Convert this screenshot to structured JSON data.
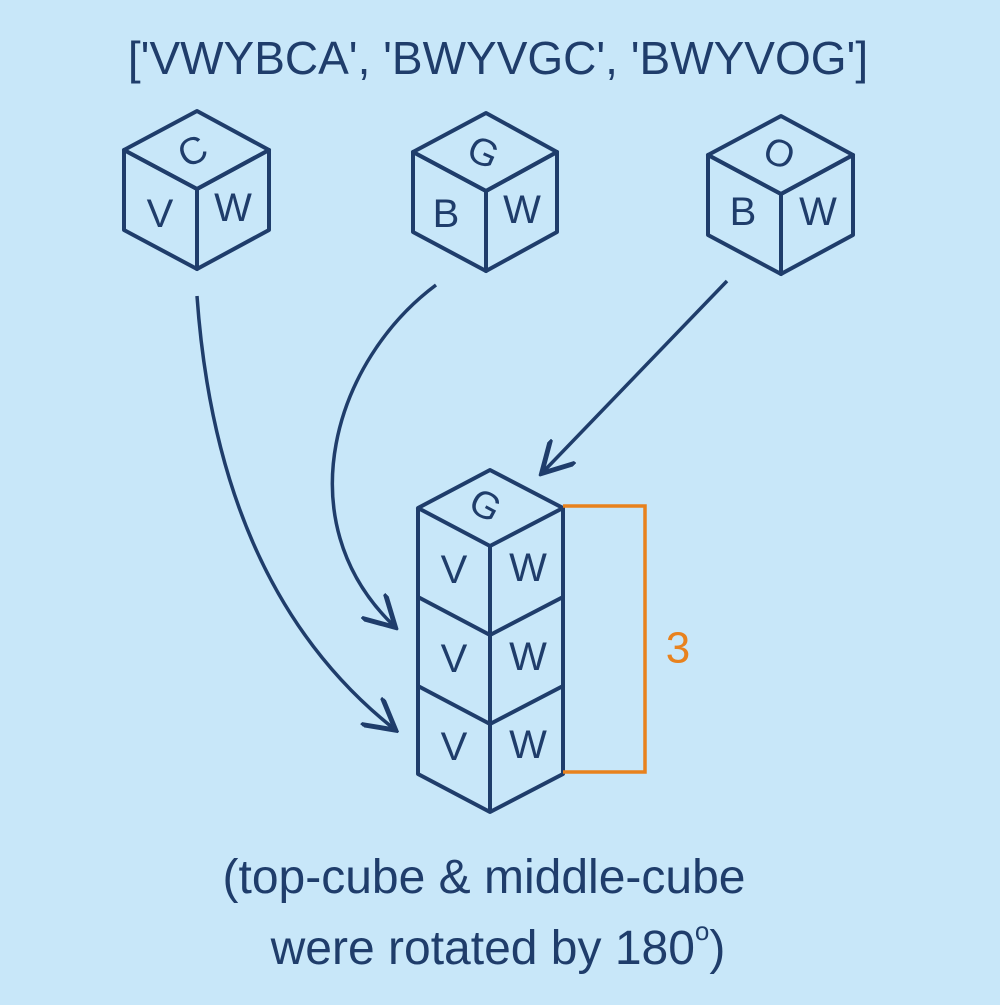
{
  "title": "['VWYBCA', 'BWYVGC', 'BWYVOG']",
  "colors": {
    "background": "#c8e7f9",
    "ink": "#1f3d6b",
    "accent": "#e8821e"
  },
  "source_cubes": [
    {
      "top": "C",
      "left": "V",
      "right": "W"
    },
    {
      "top": "G",
      "left": "B",
      "right": "W"
    },
    {
      "top": "O",
      "left": "B",
      "right": "W"
    }
  ],
  "stack": {
    "top_face": "G",
    "cubes": [
      {
        "left": "V",
        "right": "W"
      },
      {
        "left": "V",
        "right": "W"
      },
      {
        "left": "V",
        "right": "W"
      }
    ],
    "height_label": "3"
  },
  "caption": {
    "line1": "(top-cube & middle-cube",
    "line2": "were rotated by 180",
    "degree": "o",
    "close": ")"
  }
}
